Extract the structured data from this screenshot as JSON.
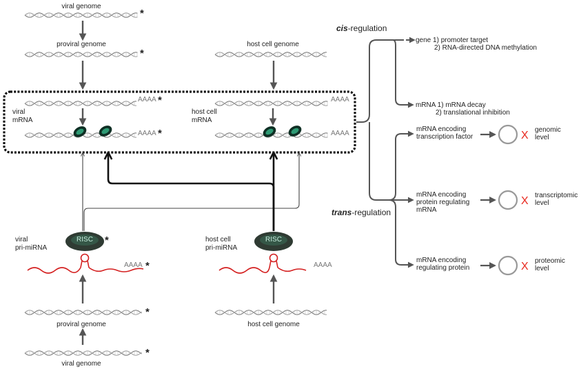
{
  "labels": {
    "viral_genome_top": "viral genome",
    "proviral_genome_top": "proviral genome",
    "host_cell_genome_top": "host cell genome",
    "viral_mrna": [
      "viral",
      "mRNA"
    ],
    "host_cell_mrna": [
      "host cell",
      "mRNA"
    ],
    "viral_pri_mirna": [
      "viral",
      "pri-miRNA"
    ],
    "host_cell_pri_mirna": [
      "host cell",
      "pri-miRNA"
    ],
    "proviral_genome_bottom": "proviral genome",
    "viral_genome_bottom": "viral genome",
    "host_cell_genome_bottom": "host cell genome",
    "poly_a": "AAAA",
    "asterisk": "*",
    "risc": "RISC"
  },
  "regulation": {
    "cis_bold": "cis",
    "cis_rest": "-regulation",
    "trans_bold": "trans",
    "trans_rest": "-regulation",
    "cis_targets": [
      [
        "gene 1) promoter target",
        "2) RNA-directed DNA methylation"
      ],
      [
        "mRNA 1) mRNA decay",
        "2) translational inhibition"
      ]
    ],
    "trans_targets": [
      {
        "lines": [
          "mRNA encoding",
          "transcription factor"
        ],
        "level": [
          "genomic",
          "level"
        ]
      },
      {
        "lines": [
          "mRNA encoding",
          "protein regulating",
          "mRNA"
        ],
        "level": [
          "transcriptomic",
          "level"
        ]
      },
      {
        "lines": [
          "mRNA encoding",
          "regulating protein"
        ],
        "level": [
          "proteomic",
          "level"
        ]
      }
    ],
    "block_mark": "X",
    "colors": {
      "block_mark": "#e8281e",
      "primirna": "#d42020",
      "risc": "#2f3b33",
      "arrows": "#555555"
    }
  }
}
